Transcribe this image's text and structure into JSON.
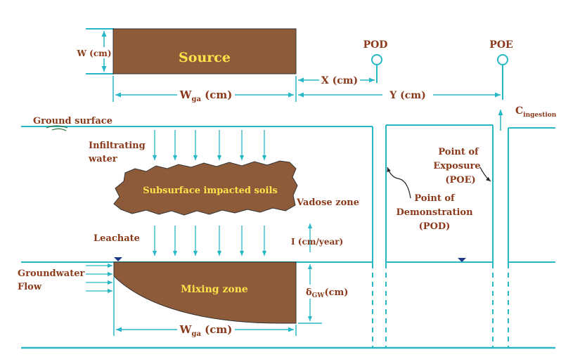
{
  "source": {
    "label": "Source",
    "width_label": "W (cm)"
  },
  "dimensions": {
    "wga": "W",
    "wga_sub": "ga",
    "wga_unit": " (cm)",
    "x": "X (cm)",
    "y": "Y (cm)",
    "infiltration": "I (cm/year)",
    "dgw": "δ",
    "dgw_sub": "GW",
    "dgw_unit": "(cm)"
  },
  "points": {
    "pod": "POD",
    "poe": "POE"
  },
  "cingestion": {
    "main": "C",
    "sub": "ingestion"
  },
  "labels": {
    "ground_surface": "Ground surface",
    "infiltrating_1": "Infiltrating",
    "infiltrating_2": "water",
    "subsurface": "Subsurface impacted soils",
    "vadose": "Vadose zone",
    "leachate": "Leachate",
    "groundwater_1": "Groundwater",
    "groundwater_2": "Flow",
    "mixing": "Mixing zone",
    "poe_1": "Point of",
    "poe_2": "Exposure",
    "poe_3": "(POE)",
    "pod_1": "Point of",
    "pod_2": "Demonstration",
    "pod_3": "(POD)"
  },
  "colors": {
    "line": "#27b7c6",
    "brown": "#8e5b3a",
    "label_text": "#8a3a1a",
    "highlight_text": "#ffe34a",
    "water_table": "#1d3a8a"
  }
}
